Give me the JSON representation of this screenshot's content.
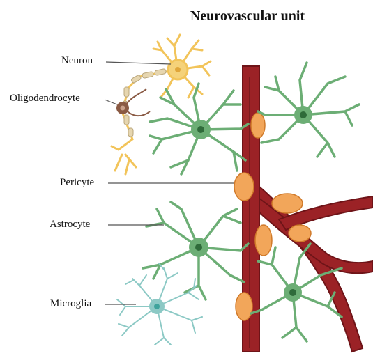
{
  "title": "Neurovascular unit",
  "labels": {
    "neuron": "Neuron",
    "oligodendrocyte": "Oligodendrocyte",
    "pericyte": "Pericyte",
    "astrocyte": "Astrocyte",
    "microglia": "Microglia"
  },
  "colors": {
    "vessel": "#9b2226",
    "vessel_dark": "#6e1418",
    "astrocyte": "#6cae75",
    "astrocyte_nucleus": "#2f6b3a",
    "neuron": "#f5d27a",
    "neuron_nucleus": "#e0a63a",
    "oligodendrocyte": "#8a5a44",
    "myelin": "#e6d6b0",
    "pericyte": "#f2a65a",
    "microglia": "#8cc9c5",
    "microglia_nucleus": "#3fa39c",
    "leader_line": "#555555"
  }
}
